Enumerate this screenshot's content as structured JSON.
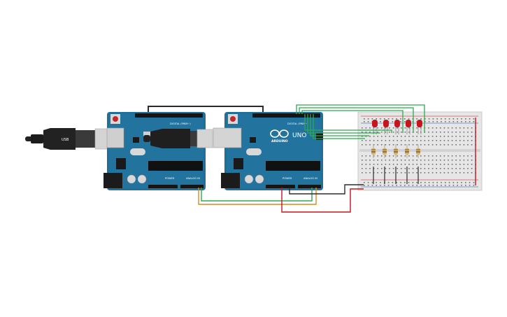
{
  "circuit": {
    "board_left": {
      "digital_label": "DIGITAL (PWM~)",
      "power_label": "POWER",
      "analog_label": "ANALOG IN",
      "cable_label": "USB"
    },
    "board_right": {
      "digital_label": "DIGITAL (PWM~)",
      "power_label": "POWER",
      "analog_label": "ANALOG IN",
      "logo_text": "ARDUINO",
      "model_text": "UNO"
    },
    "breadboard": {
      "led_count": 5,
      "resistor_count": 5,
      "led_color": "#c8141c",
      "board_color": "#e6e6e6"
    },
    "colors": {
      "board": "#1f6f99",
      "board_dark": "#185b80",
      "wire_black": "#2b2b2b",
      "wire_green": "#2fa84f",
      "wire_orange": "#d98a1b",
      "wire_red": "#c8141c",
      "usb_plug": "#222222",
      "usb_metal": "#cfcfcf"
    },
    "icons": [
      "usb-cable-icon",
      "arduino-infinity-logo-icon",
      "led-icon",
      "resistor-icon"
    ]
  }
}
